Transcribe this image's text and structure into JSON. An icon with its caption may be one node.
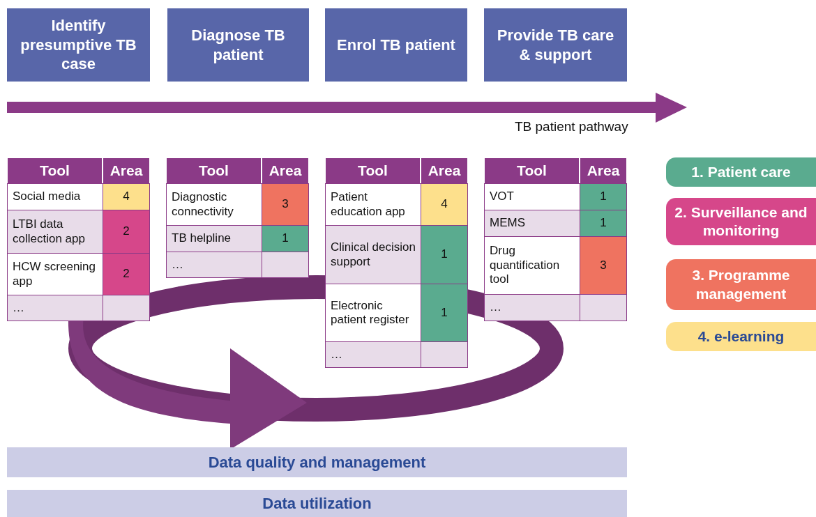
{
  "diagram": {
    "nodes": [
      {
        "text": [
          "Identify presumptive TB case"
        ]
      },
      {
        "text": [
          "Diagnose TB patient"
        ]
      },
      {
        "text": [
          "Enrol TB patient"
        ]
      },
      {
        "text": [
          "Provide TB care & support"
        ]
      },
      {
        "text": [
          "Data quality and management"
        ]
      },
      {
        "text": [
          "Data utilization"
        ]
      }
    ],
    "labels": [
      "TB patient pathway",
      "Tool",
      "Area",
      "Social media",
      "4",
      "LTBI data collection app",
      "2",
      "HCW screening app",
      "2",
      "…",
      "Tool",
      "Area",
      "Diagnostic connectivity",
      "3",
      "TB helpline",
      "1",
      "…",
      "Tool",
      "Area",
      "Patient education app",
      "4",
      "Clinical decision support",
      "1",
      "Electronic patient register",
      "1",
      "…",
      "Tool",
      "Area",
      "VOT",
      "1",
      "MEMS",
      "1",
      "Drug quantification tool",
      "3",
      "…"
    ],
    "legend": [
      {
        "text": "1. Patient care",
        "color": "#5aab8f"
      },
      {
        "text": "2. Surveillance and monitoring",
        "color": "#d6478a"
      },
      {
        "text": "3. Programme management",
        "color": "#ef7360"
      },
      {
        "text": "4. e-learning",
        "color": "#fde08c"
      }
    ]
  }
}
